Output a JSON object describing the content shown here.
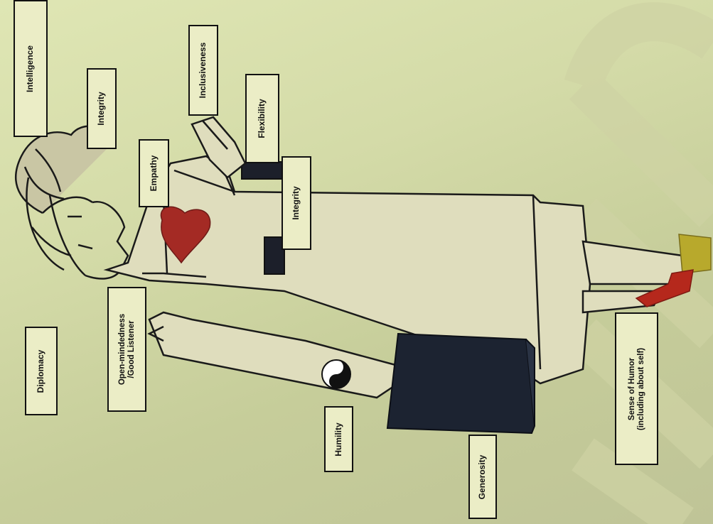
{
  "labels": {
    "intelligence": "Intelligence",
    "integrity_top": "Integrity",
    "inclusiveness": "Inclusiveness",
    "flexibility": "Flexibility",
    "empathy": "Empathy",
    "integrity_center": "Integrity",
    "diplomacy": "Diplomacy",
    "open_mindedness": "Open-mindedness\n/Good Listener",
    "humility": "Humility",
    "generosity": "Generosity",
    "sense_of_humor": "Sense of Humor\n(including about self)"
  },
  "colors": {
    "background": "#d6dcaa",
    "heart": "#a42a24",
    "sock_red": "#b5281c",
    "sock_yellow": "#b8a92c",
    "briefcase": "#1c2331",
    "watermark": "#cfd3a4"
  },
  "icons": [
    "heart-icon",
    "yin-yang-icon",
    "briefcase-icon"
  ]
}
